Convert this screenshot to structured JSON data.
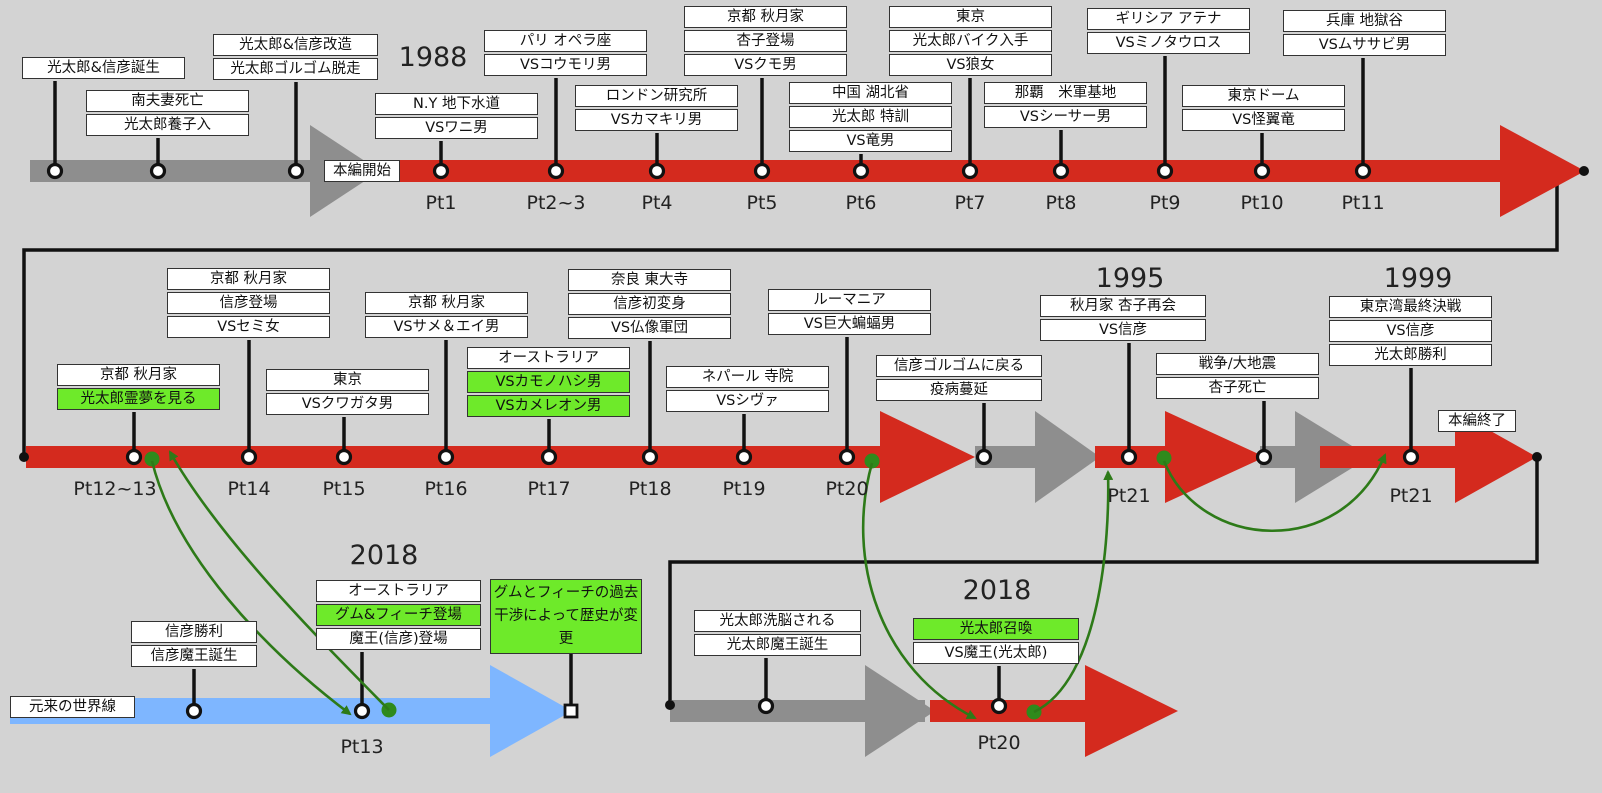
{
  "colors": {
    "red": "#d42a1e",
    "gray": "#8e8e8e",
    "blue": "#7eb6ff",
    "green": "#6eea2a",
    "dark_green": "#2d7a18",
    "background": "#d3d3d3"
  },
  "row1": {
    "year": "1988",
    "honpen_start": "本編開始",
    "pre_events": [
      {
        "lines": [
          "光太郎&信彦誕生"
        ]
      },
      {
        "lines": [
          "南夫妻死亡",
          "光太郎養子入"
        ]
      },
      {
        "lines": [
          "光太郎&信彦改造",
          "光太郎ゴルゴム脱走"
        ]
      }
    ],
    "episodes": [
      {
        "label": "Pt1",
        "lines": [
          "N.Y 地下水道",
          "VSワニ男"
        ]
      },
      {
        "label": "Pt2~3",
        "lines": [
          "パリ オペラ座",
          "VSコウモリ男"
        ]
      },
      {
        "label": "Pt4",
        "lines": [
          "ロンドン研究所",
          "VSカマキリ男"
        ]
      },
      {
        "label": "Pt5",
        "lines": [
          "京都 秋月家",
          "杏子登場",
          "VSクモ男"
        ]
      },
      {
        "label": "Pt6",
        "lines": [
          "中国 湖北省",
          "光太郎 特訓",
          "VS竜男"
        ]
      },
      {
        "label": "Pt7",
        "lines": [
          "東京",
          "光太郎バイク入手",
          "VS狼女"
        ]
      },
      {
        "label": "Pt8",
        "lines": [
          "那覇　米軍基地",
          "VSシーサー男"
        ]
      },
      {
        "label": "Pt9",
        "lines": [
          "ギリシア アテナ",
          "VSミノタウロス"
        ]
      },
      {
        "label": "Pt10",
        "lines": [
          "東京ドーム",
          "VS怪翼竜"
        ]
      },
      {
        "label": "Pt11",
        "lines": [
          "兵庫 地獄谷",
          "VSムササビ男"
        ]
      }
    ]
  },
  "row2": {
    "years": [
      "1995",
      "1999"
    ],
    "honpen_end": "本編終了",
    "episodes": [
      {
        "label": "Pt12~13",
        "lines": [
          "京都 秋月家",
          "光太郎霊夢を見る"
        ]
      },
      {
        "label": "Pt14",
        "lines": [
          "京都 秋月家",
          "信彦登場",
          "VSセミ女"
        ]
      },
      {
        "label": "Pt15",
        "lines": [
          "東京",
          "VSクワガタ男"
        ]
      },
      {
        "label": "Pt16",
        "lines": [
          "京都 秋月家",
          "VSサメ＆エイ男"
        ]
      },
      {
        "label": "Pt17",
        "lines": [
          "オーストラリア",
          "VSカモノハシ男",
          "VSカメレオン男"
        ]
      },
      {
        "label": "Pt18",
        "lines": [
          "奈良 東大寺",
          "信彦初変身",
          "VS仏像軍団"
        ]
      },
      {
        "label": "Pt19",
        "lines": [
          "ネパール 寺院",
          "VSシヴァ"
        ]
      },
      {
        "label": "Pt20",
        "lines": [
          "ルーマニア",
          "VS巨大蝙蝠男"
        ]
      },
      {
        "label": "",
        "lines": [
          "信彦ゴルゴムに戻る",
          "疫病蔓延"
        ]
      },
      {
        "label": "Pt21",
        "lines": [
          "秋月家 杏子再会",
          "VS信彦"
        ]
      },
      {
        "label": "",
        "lines": [
          "戦争/大地震",
          "杏子死亡"
        ]
      },
      {
        "label": "Pt21",
        "lines": [
          "東京湾最終決戦",
          "VS信彦",
          "光太郎勝利"
        ]
      }
    ]
  },
  "row3_left": {
    "year": "2018",
    "worldline_label": "元来の世界線",
    "events": [
      {
        "label": "",
        "lines": [
          "信彦勝利",
          "信彦魔王誕生"
        ]
      },
      {
        "label": "Pt13",
        "lines": [
          "オーストラリア",
          "グム&フィーチ登場",
          "魔王(信彦)登場"
        ]
      }
    ],
    "history_change": "グムとフィーチの過去干渉によって歴史が変更"
  },
  "row3_right": {
    "year": "2018",
    "events": [
      {
        "label": "",
        "lines": [
          "光太郎洗脳される",
          "光太郎魔王誕生"
        ]
      },
      {
        "label": "Pt20",
        "lines": [
          "光太郎召喚",
          "VS魔王(光太郎)"
        ]
      }
    ]
  }
}
